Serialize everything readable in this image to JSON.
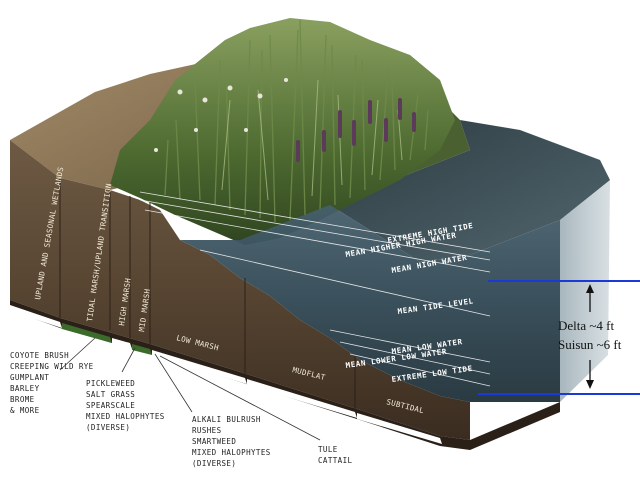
{
  "zones": {
    "upland": "UPLAND AND SEASONAL WETLANDS",
    "tidal_transition": "TIDAL MARSH/UPLAND TRANSITION",
    "high_marsh": "HIGH MARSH",
    "mid_marsh": "MID MARSH",
    "low_marsh": "LOW MARSH",
    "mudflat": "MUDFLAT",
    "subtidal": "SUBTIDAL"
  },
  "tide_levels": [
    "EXTREME HIGH TIDE",
    "MEAN HIGHER HIGH WATER",
    "MEAN HIGH WATER",
    "MEAN TIDE LEVEL",
    "MEAN LOW WATER",
    "MEAN LOWER LOW WATER",
    "EXTREME LOW TIDE"
  ],
  "vegetation": {
    "upland": [
      "COYOTE BRUSH",
      "CREEPING WILD RYE",
      "GUMPLANT",
      "BARLEY",
      "BROME",
      "& MORE"
    ],
    "high_marsh": [
      "PICKLEWEED",
      "SALT GRASS",
      "SPEARSCALE",
      "MIXED HALOPHYTES",
      "(DIVERSE)"
    ],
    "mid_marsh": [
      "ALKALI BULRUSH",
      "RUSHES",
      "SMARTWEED",
      "MIXED HALOPHYTES",
      "(DIVERSE)"
    ],
    "low_marsh": [
      "TULE",
      "CATTAIL"
    ]
  },
  "tidal_range": {
    "delta": "Delta ~4 ft",
    "suisun": "Suisun ~6 ft"
  },
  "colors": {
    "soil_dark": "#3e2f22",
    "soil_mid": "#6b5640",
    "water": "#2c4250",
    "marsh_green": "#56723a",
    "range_line": "#1a3ad8"
  }
}
